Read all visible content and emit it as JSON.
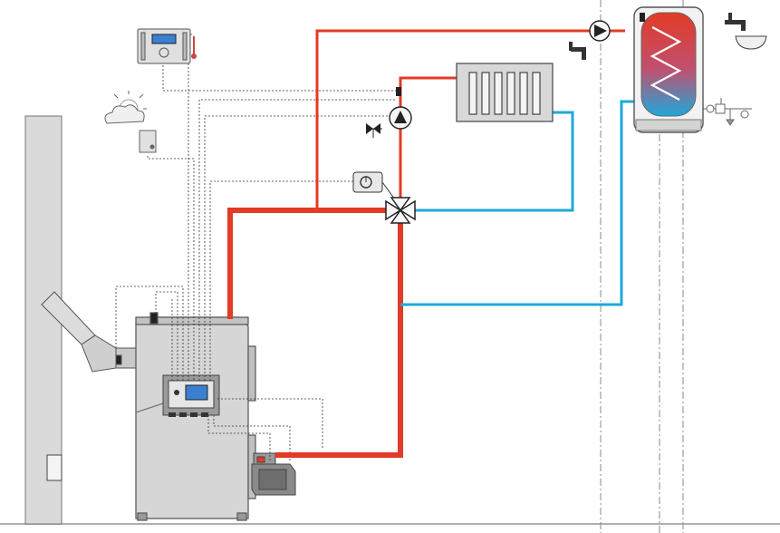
{
  "diagram": {
    "kind": "heating-system-schematic",
    "labels": [],
    "colors": {
      "supply": "#e23b26",
      "return": "#1ea8dc",
      "wire": "#333333",
      "outline": "#444444",
      "fill_light": "#e2e2e2",
      "fill_mid": "#c9c9c9",
      "fill_dark": "#9a9a9a",
      "screen": "#3a7fd0",
      "ground": "#b0b0b0"
    },
    "components": [
      {
        "name": "room-controller",
        "icon": "thermostat-icon"
      },
      {
        "name": "outdoor-sensor",
        "icon": "weather-icon"
      },
      {
        "name": "chimney",
        "icon": "chimney-icon"
      },
      {
        "name": "flue-pipe",
        "icon": "flue-icon"
      },
      {
        "name": "boiler",
        "icon": "boiler-icon"
      },
      {
        "name": "boiler-control-panel",
        "icon": "control-panel-icon"
      },
      {
        "name": "burner",
        "icon": "burner-icon"
      },
      {
        "name": "mixing-valve",
        "icon": "mixing-valve-icon"
      },
      {
        "name": "valve-actuator",
        "icon": "actuator-icon"
      },
      {
        "name": "circulation-pump",
        "icon": "pump-icon"
      },
      {
        "name": "radiator",
        "icon": "radiator-icon"
      },
      {
        "name": "dhw-pump",
        "icon": "pump-icon"
      },
      {
        "name": "hot-water-tank",
        "icon": "tank-icon"
      },
      {
        "name": "tap-1",
        "icon": "tap-icon"
      },
      {
        "name": "tap-2",
        "icon": "tap-icon"
      },
      {
        "name": "safety-valve-group",
        "icon": "safety-valve-icon"
      }
    ]
  }
}
